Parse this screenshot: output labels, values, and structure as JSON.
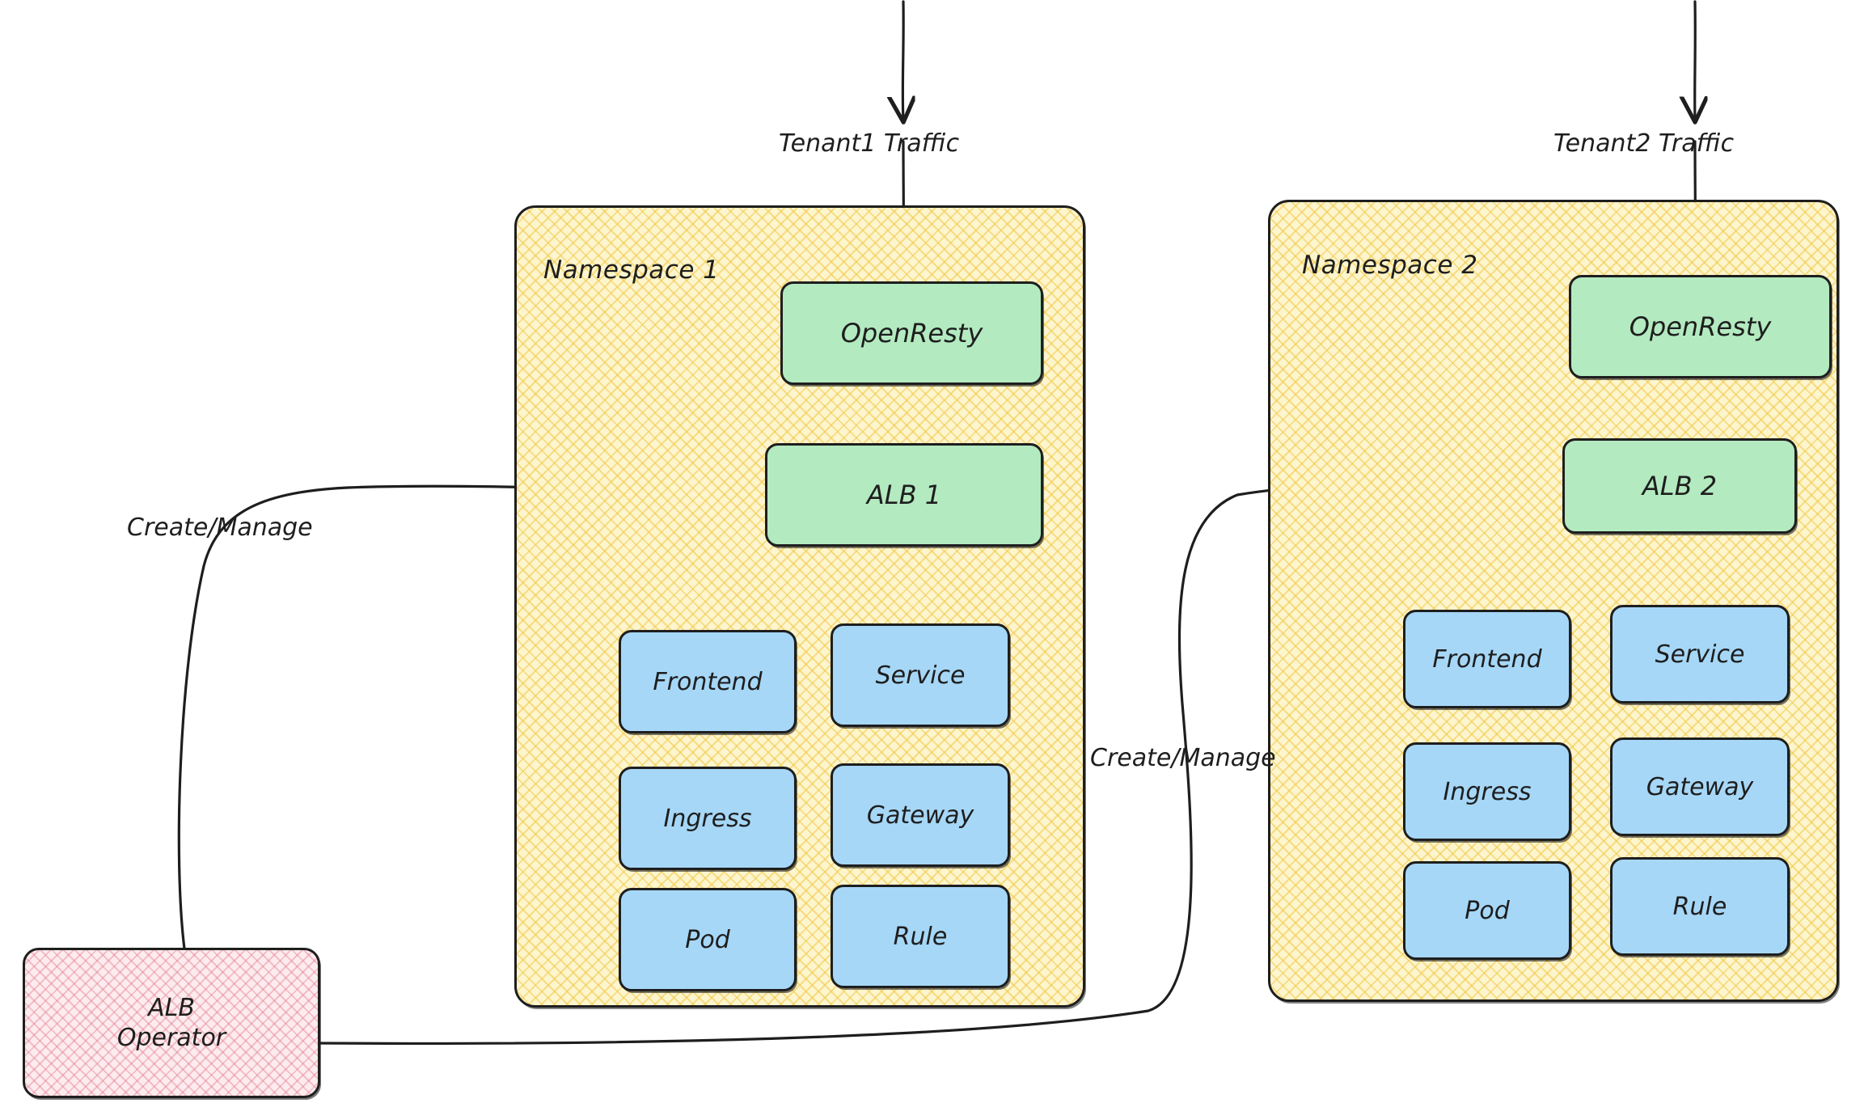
{
  "diagram": {
    "title": "Multi-tenant ALB architecture",
    "colors": {
      "namespace_fill": "#fdf5cd",
      "namespace_hatch": "#f0c846",
      "alb_fill": "#b3eac0",
      "resource_fill": "#a6d7f7",
      "operator_fill": "#fdecef",
      "operator_hatch": "#e2788c",
      "stroke": "#1e1e1e"
    },
    "traffic_labels": [
      {
        "id": "tenant1-traffic",
        "text": "Tenant1 Traffic"
      },
      {
        "id": "tenant2-traffic",
        "text": "Tenant2 Traffic"
      }
    ],
    "edge_labels": [
      {
        "id": "create-manage-1",
        "text": "Create/Manage"
      },
      {
        "id": "create-manage-2",
        "text": "Create/Manage"
      }
    ],
    "operator": {
      "line1": "ALB",
      "line2": "Operator"
    },
    "namespaces": [
      {
        "id": "namespace-1",
        "label": "Namespace 1",
        "gateway": "OpenResty",
        "alb": "ALB 1",
        "resources": [
          "Frontend",
          "Service",
          "Ingress",
          "Gateway",
          "Pod",
          "Rule"
        ]
      },
      {
        "id": "namespace-2",
        "label": "Namespace 2",
        "gateway": "OpenResty",
        "alb": "ALB 2",
        "resources": [
          "Frontend",
          "Service",
          "Ingress",
          "Gateway",
          "Pod",
          "Rule"
        ]
      }
    ]
  }
}
